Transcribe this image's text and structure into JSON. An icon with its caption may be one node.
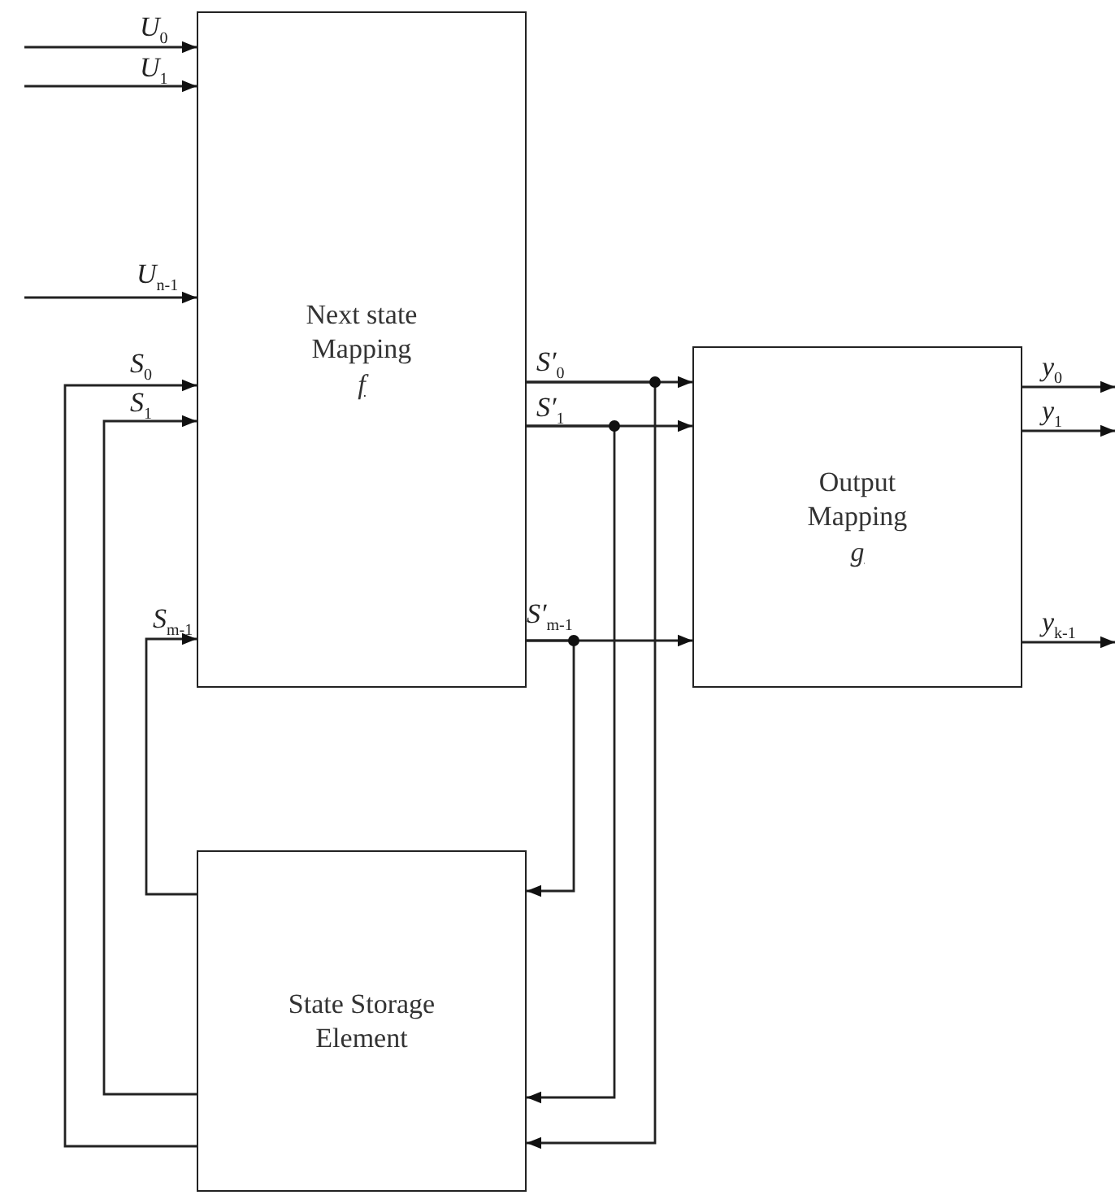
{
  "diagram": {
    "nodes": [
      {
        "text": [
          "Next state Mapping",
          "f"
        ]
      },
      {
        "text": [
          "Output Mapping",
          "g"
        ]
      },
      {
        "text": [
          "State Storage Element"
        ]
      }
    ],
    "edges": [
      {
        "from": null,
        "to": 0,
        "arrow": "to",
        "label": "*U*$_{0}$"
      },
      {
        "from": null,
        "to": 0,
        "arrow": "to",
        "label": "*U*$_{1}$"
      },
      {
        "from": null,
        "to": 0,
        "arrow": "to",
        "label": "*U*$_{n-1}$"
      },
      {
        "from": 2,
        "to": 0,
        "arrow": "to",
        "label": "*S*$_{0}$"
      },
      {
        "from": 2,
        "to": 0,
        "arrow": "to",
        "label": "*S*$_{1}$"
      },
      {
        "from": 2,
        "to": 0,
        "arrow": "to",
        "label": "*S*$_{m-1}$"
      },
      {
        "from": 0,
        "to": 1,
        "arrow": "to",
        "label": "*S′*$_{0}$"
      },
      {
        "from": 0,
        "to": 1,
        "arrow": "to",
        "label": "*S′*$_{1}$"
      },
      {
        "from": 0,
        "to": 1,
        "arrow": "to",
        "label": "*S′*$_{m-1}$"
      },
      {
        "from": 0,
        "to": 2,
        "arrow": "to"
      },
      {
        "from": 0,
        "to": 2,
        "arrow": "to"
      },
      {
        "from": 0,
        "to": 2,
        "arrow": "to"
      },
      {
        "from": 1,
        "to": null,
        "arrow": "to",
        "label": "*y*$_{0}$"
      },
      {
        "from": 1,
        "to": null,
        "arrow": "to",
        "label": "*y*$_{1}$"
      },
      {
        "from": 1,
        "to": null,
        "arrow": "to",
        "label": "*y*$_{k-1}$"
      }
    ]
  }
}
